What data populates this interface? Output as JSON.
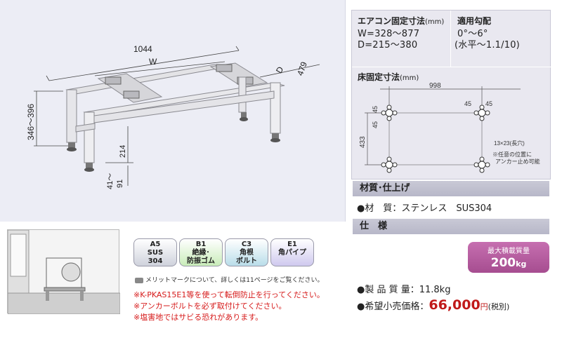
{
  "diagram": {
    "dim_length": "1044",
    "dim_w": "W",
    "dim_d": "D",
    "dim_depth": "479",
    "dim_height": "346～396",
    "dim_inner": "214",
    "dim_foot_top": "41～",
    "dim_foot_bottom": "91"
  },
  "specs": {
    "ac_fix_label": "エアコン固定寸法",
    "ac_fix_unit": "(mm)",
    "ac_fix_w": "W=328～877",
    "ac_fix_d": "D=215～380",
    "slope_label": "適用勾配",
    "slope_value": "0°～6°",
    "slope_note": "(水平～1.1/10)",
    "floor_fix_label": "床固定寸法",
    "floor_fix_unit": "(mm)",
    "floor_998": "998",
    "floor_45a": "45",
    "floor_45b": "45",
    "floor_45c": "45",
    "floor_45d": "45",
    "floor_433": "433",
    "hole_size": "13×23(長穴)",
    "hole_note1": "※任意の位置に",
    "hole_note2": "アンカー止め可能"
  },
  "material": {
    "header": "材質･仕上げ",
    "line": "●材　質：ステンレス　SUS304"
  },
  "spec_section": {
    "header": "仕　様"
  },
  "tags": [
    {
      "line1": "A5",
      "line2": "SUS",
      "line3": "304"
    },
    {
      "line1": "B1",
      "line2": "絶縁･",
      "line3": "防振ゴム"
    },
    {
      "line1": "C3",
      "line2": "角根",
      "line3": "ボルト"
    },
    {
      "line1": "E1",
      "line2": "角パイプ",
      "line3": ""
    }
  ],
  "merit_note": "メリットマークについて、詳しくは11ページをご覧ください。",
  "warnings": [
    "※K-PKAS15E1等を使って転倒防止を行ってください。",
    "※アンカーボルトを必ず取付けてください。",
    "※塩害地ではサビる恐れがあります。"
  ],
  "max_load": {
    "label": "最大積載質量",
    "value": "200",
    "unit": "kg"
  },
  "product": {
    "weight_line": "●製 品 質 量：11.8kg",
    "price_label": "●希望小売価格：",
    "price_value": "66,000",
    "price_unit": "円",
    "price_tax": "(税別)"
  },
  "colors": {
    "panel_bg": "#ecedf5",
    "warning": "#d61a1a",
    "price": "#c01a1a",
    "badge": "#b45a9e"
  }
}
